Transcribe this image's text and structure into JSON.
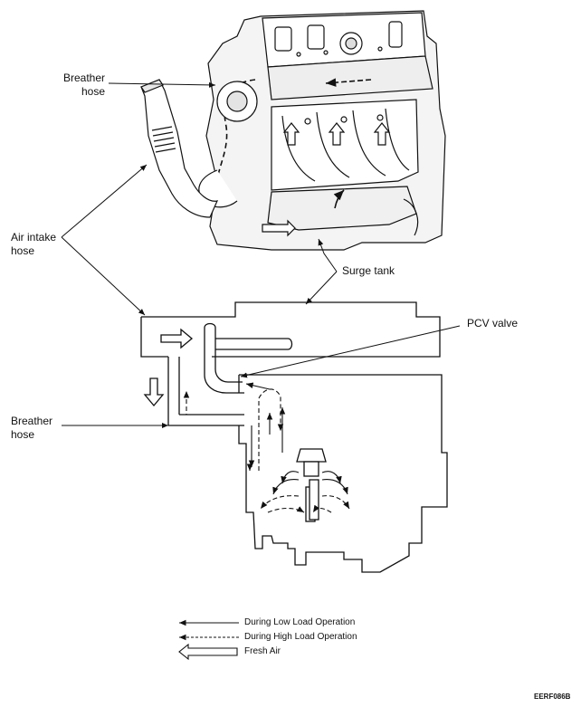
{
  "labels": {
    "breather_hose_top": [
      "Breather",
      "hose"
    ],
    "air_intake_hose": [
      "Air intake",
      "hose"
    ],
    "surge_tank": "Surge tank",
    "pcv_valve": "PCV valve",
    "breather_hose_bottom": [
      "Breather",
      "hose"
    ]
  },
  "legend": {
    "low_load": "During Low Load Operation",
    "high_load": "During High Load Operation",
    "fresh_air": "Fresh Air"
  },
  "figure_code": "EERF086B",
  "colors": {
    "ink": "#111111",
    "paper": "#ffffff",
    "engine_shade": "#d8d8d8"
  }
}
